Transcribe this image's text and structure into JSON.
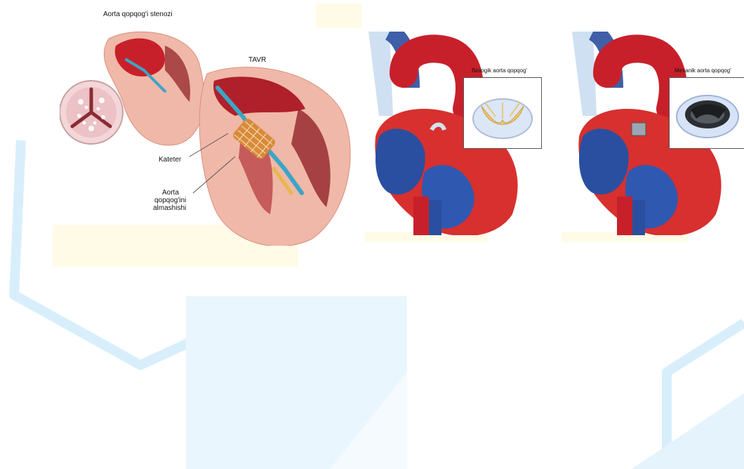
{
  "diagram": {
    "labels": {
      "stenosis_title": "Aorta qopqog'i stenozi",
      "tavr_title": "TAVR",
      "catheter": "Kateter",
      "valve_replacement_line1": "Aorta",
      "valve_replacement_line2": "qopqog'ini",
      "valve_replacement_line3": "almashishi",
      "biological_valve": "Biologik aorta qopqog'",
      "mechanical_valve": "Mexanik aorta qopqog'"
    },
    "colors": {
      "artery_red": "#c8202a",
      "vein_blue": "#2a4fa0",
      "muscle_pink": "#f0b8a8",
      "background_hex": "#d8effb",
      "label_bg": "#fffbe6"
    }
  }
}
